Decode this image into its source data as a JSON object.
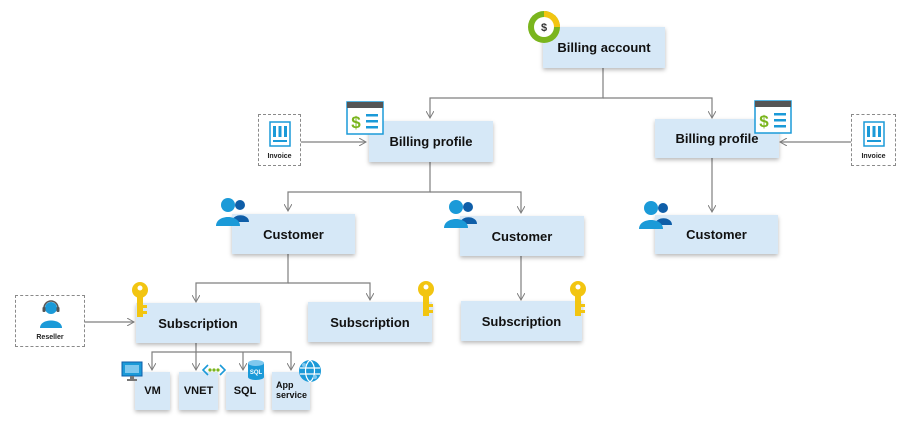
{
  "nodes": {
    "billing_account": "Billing account",
    "billing_profile_left": "Billing profile",
    "billing_profile_right": "Billing profile",
    "customer_1": "Customer",
    "customer_2": "Customer",
    "customer_3": "Customer",
    "subscription_1": "Subscription",
    "subscription_2": "Subscription",
    "subscription_3": "Subscription",
    "vm": "VM",
    "vnet": "VNET",
    "sql": "SQL",
    "app_service": "App service"
  },
  "side_items": {
    "invoice_left": "Invoice",
    "invoice_right": "Invoice",
    "reseller": "Reseller"
  },
  "icon_text": {
    "dollar": "$",
    "sql_badge": "SQL"
  },
  "icons": {
    "billing_account": "dollar-coin-icon",
    "billing_profile": "billing-window-icon",
    "invoice": "invoice-document-icon",
    "customer": "users-icon",
    "subscription": "key-icon",
    "reseller": "reseller-agent-icon",
    "vm": "monitor-icon",
    "vnet": "vnet-icon",
    "sql": "database-icon",
    "app_service": "globe-icon"
  },
  "colors": {
    "node_fill": "#d6e8f7",
    "connector": "#7f7f7f",
    "icon_blue": "#1b9ad8",
    "key_gold": "#f2c511",
    "coin_green": "#7ab51d"
  }
}
